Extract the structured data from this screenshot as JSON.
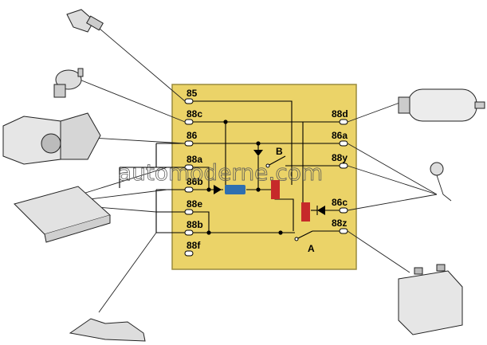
{
  "colors": {
    "panel": "#ebd368",
    "panel_border": "#9a8b3e",
    "coil_blue": "#2f6fb0",
    "coil_red": "#c62a2a",
    "wire": "#000000"
  },
  "relay_box": {
    "left_terminals": [
      "85",
      "88c",
      "86",
      "88a",
      "86b",
      "88e",
      "88b",
      "88f"
    ],
    "right_terminals": [
      "88d",
      "86a",
      "88y",
      "86c",
      "88z"
    ],
    "relays": [
      "B",
      "A"
    ]
  },
  "components": [
    {
      "name": "sensor-top-left",
      "icon": "injector-sensor-icon"
    },
    {
      "name": "air-valve",
      "icon": "idle-air-valve-icon"
    },
    {
      "name": "air-flow-meter",
      "icon": "air-flow-meter-icon"
    },
    {
      "name": "control-unit",
      "icon": "ecu-icon"
    },
    {
      "name": "oxygen-sensor",
      "icon": "lambda-probe-icon"
    },
    {
      "name": "fuel-pump",
      "icon": "fuel-pump-icon"
    },
    {
      "name": "injectors-harness",
      "icon": "injector-icon"
    },
    {
      "name": "battery",
      "icon": "battery-icon"
    }
  ],
  "watermark": "automoderne.com"
}
